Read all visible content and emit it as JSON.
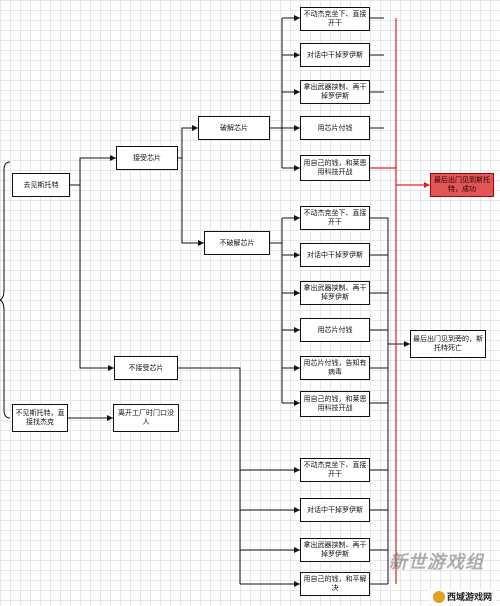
{
  "nodes": {
    "start": "去见斯托特",
    "accept_chip": "接受芯片",
    "crack_chip": "破解芯片",
    "no_crack_chip": "不破解芯片",
    "refuse_chip": "不接受芯片",
    "not_see_stout": "不见斯托特，直接找杰克",
    "leave_factory": "离开工厂时门口没人",
    "a1": "不动杰克坐下、直接开干",
    "a2": "对话中干掉罗伊斯",
    "a3": "拿出武器挟制、再干掉罗伊斯",
    "a4": "用芯片付钱",
    "a5": "用自己的钱，和莱恩用科技开战",
    "b1": "不动杰克坐下、直接开干",
    "b2": "对话中干掉罗伊斯",
    "b3": "拿出武器挟制、再干掉罗伊斯",
    "b4": "用芯片付钱",
    "b5": "用芯片付钱，告知有病毒",
    "b6": "用自己的钱，和莱恩用科技开战",
    "c1": "不动杰克坐下、直接开干",
    "c2": "对话中干掉罗伊斯",
    "c3": "拿出武器挟制、再干掉罗伊斯",
    "c4": "用自己的钱，和平解决",
    "outcome_success": "最后出门见到斯托特，成功",
    "outcome_dead": "最后出门见到旁的，斯托特死亡"
  },
  "watermark": {
    "big": "新世游戏组",
    "site": "西域游戏网"
  },
  "colors": {
    "line": "#111111",
    "highlight_line": "#e02020",
    "highlight_fill": "#e05555"
  }
}
